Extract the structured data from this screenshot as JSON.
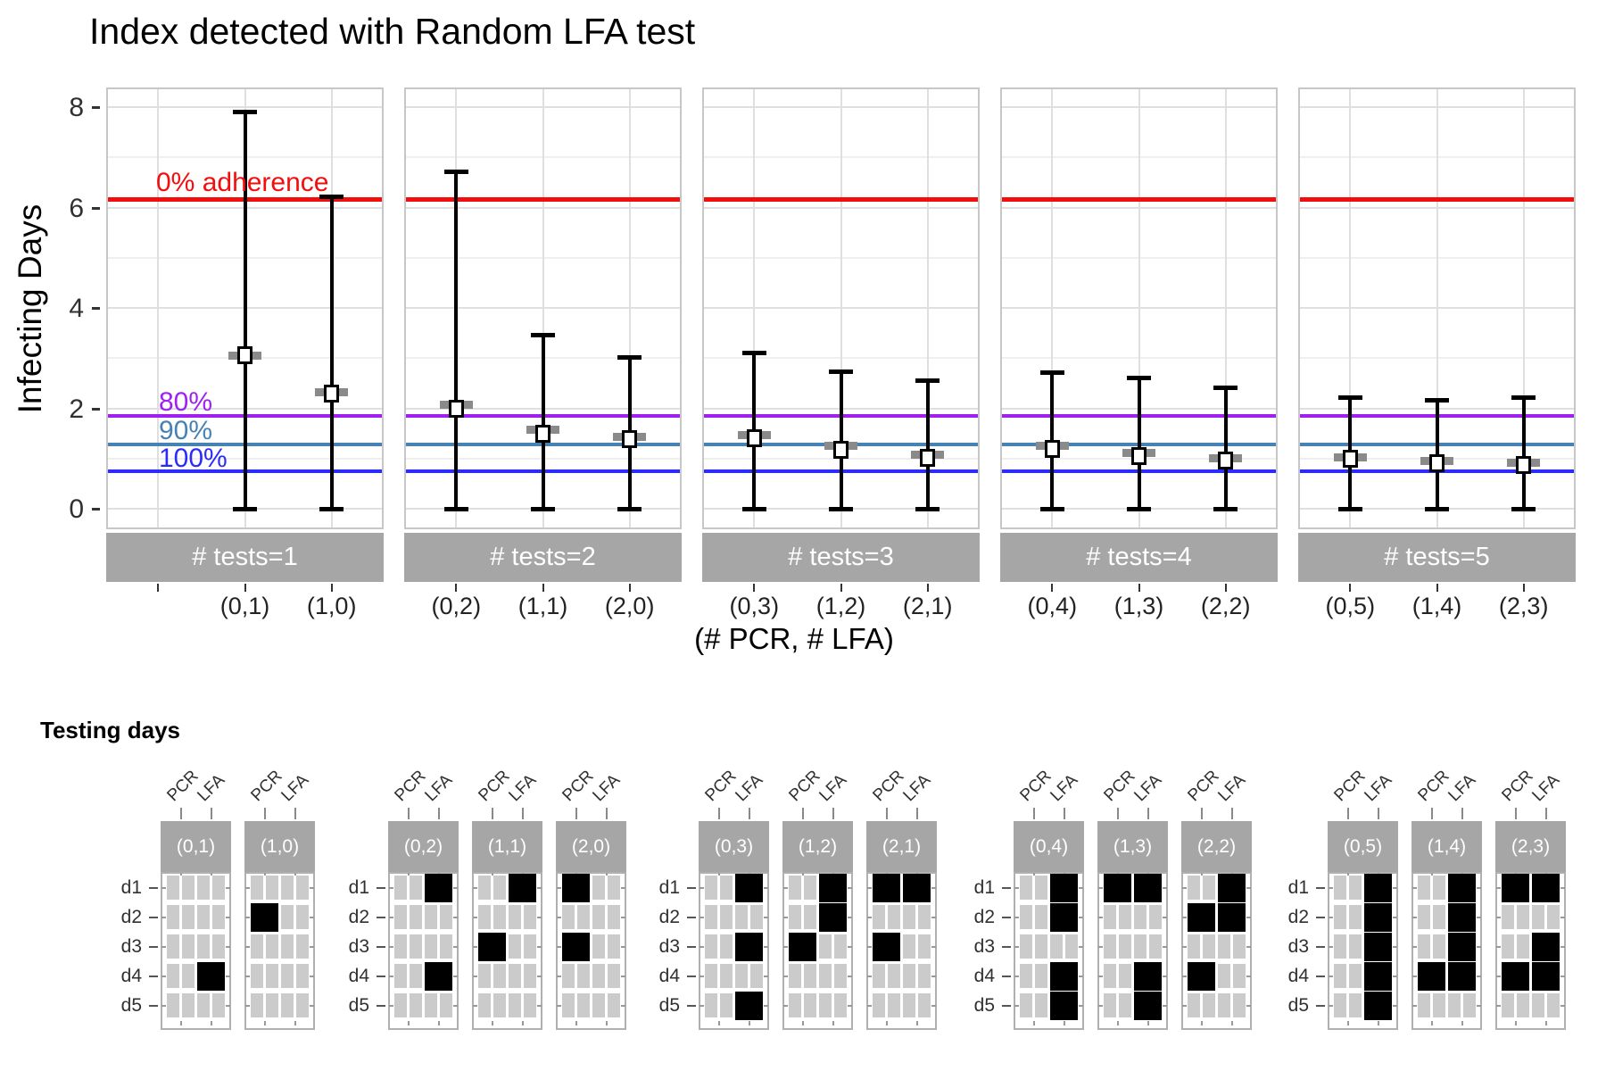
{
  "chart_data": {
    "type": "pointrange-faceted",
    "title": "Index detected with Random LFA test",
    "ylabel": "Infecting Days",
    "xlabel": "(# PCR, # LFA)",
    "ylim": [
      0,
      8
    ],
    "yticks": [
      "8",
      "6",
      "4",
      "2",
      "0"
    ],
    "ytick_values": [
      8,
      6,
      4,
      2,
      0
    ],
    "grid": "on",
    "reference_lines": [
      {
        "label": "0% adherence",
        "value": 6.17,
        "color": "#F40D0D"
      },
      {
        "label": "80%",
        "value": 1.85,
        "color": "#A020F0"
      },
      {
        "label": "90%",
        "value": 1.28,
        "color": "#4682B4"
      },
      {
        "label": "100%",
        "value": 0.75,
        "color": "#2B2BFB"
      }
    ],
    "point_colors": {
      "range": "#000000",
      "marker_fill": "#FFFFFF",
      "shadow_bar": "#8A8A8A"
    },
    "panels": [
      {
        "strip": "# tests=1",
        "points": [
          {
            "x": "",
            "median": null,
            "lo": null,
            "hi": null,
            "gray": null
          },
          {
            "x": "(0,1)",
            "median": 3.05,
            "lo": 0,
            "hi": 7.9,
            "gray": 3.05
          },
          {
            "x": "(1,0)",
            "median": 2.3,
            "lo": 0,
            "hi": 6.2,
            "gray": 2.32
          }
        ]
      },
      {
        "strip": "# tests=2",
        "points": [
          {
            "x": "(0,2)",
            "median": 2.0,
            "lo": 0,
            "hi": 6.7,
            "gray": 2.07
          },
          {
            "x": "(1,1)",
            "median": 1.5,
            "lo": 0,
            "hi": 3.45,
            "gray": 1.57
          },
          {
            "x": "(2,0)",
            "median": 1.38,
            "lo": 0,
            "hi": 3.0,
            "gray": 1.44
          }
        ]
      },
      {
        "strip": "# tests=3",
        "points": [
          {
            "x": "(0,3)",
            "median": 1.4,
            "lo": 0,
            "hi": 3.1,
            "gray": 1.46
          },
          {
            "x": "(1,2)",
            "median": 1.17,
            "lo": 0,
            "hi": 2.72,
            "gray": 1.25
          },
          {
            "x": "(2,1)",
            "median": 1.02,
            "lo": 0,
            "hi": 2.55,
            "gray": 1.08
          }
        ]
      },
      {
        "strip": "# tests=4",
        "points": [
          {
            "x": "(0,4)",
            "median": 1.2,
            "lo": 0,
            "hi": 2.7,
            "gray": 1.26
          },
          {
            "x": "(1,3)",
            "median": 1.05,
            "lo": 0,
            "hi": 2.6,
            "gray": 1.12
          },
          {
            "x": "(2,2)",
            "median": 0.96,
            "lo": 0,
            "hi": 2.4,
            "gray": 1.01
          }
        ]
      },
      {
        "strip": "# tests=5",
        "points": [
          {
            "x": "(0,5)",
            "median": 1.0,
            "lo": 0,
            "hi": 2.2,
            "gray": 1.03
          },
          {
            "x": "(1,4)",
            "median": 0.9,
            "lo": 0,
            "hi": 2.15,
            "gray": 0.96
          },
          {
            "x": "(2,3)",
            "median": 0.87,
            "lo": 0,
            "hi": 2.2,
            "gray": 0.91
          }
        ]
      }
    ]
  },
  "testing": {
    "title": "Testing days",
    "col_labels": [
      "PCR",
      "LFA"
    ],
    "row_labels": [
      "d1",
      "d2",
      "d3",
      "d4",
      "d5"
    ],
    "tile_colors": {
      "empty": "#CBCBCB",
      "test_day": "#000000",
      "header": "#A6A6A6"
    },
    "groups": [
      {
        "grids": [
          {
            "label": "(0,1)",
            "pcr": [],
            "lfa": [
              4
            ]
          },
          {
            "label": "(1,0)",
            "pcr": [
              2
            ],
            "lfa": []
          }
        ]
      },
      {
        "grids": [
          {
            "label": "(0,2)",
            "pcr": [],
            "lfa": [
              1,
              4
            ]
          },
          {
            "label": "(1,1)",
            "pcr": [
              3
            ],
            "lfa": [
              1
            ]
          },
          {
            "label": "(2,0)",
            "pcr": [
              1,
              3
            ],
            "lfa": []
          }
        ]
      },
      {
        "grids": [
          {
            "label": "(0,3)",
            "pcr": [],
            "lfa": [
              1,
              3,
              5
            ]
          },
          {
            "label": "(1,2)",
            "pcr": [
              3
            ],
            "lfa": [
              1,
              2
            ]
          },
          {
            "label": "(2,1)",
            "pcr": [
              1,
              3
            ],
            "lfa": [
              1
            ]
          }
        ]
      },
      {
        "grids": [
          {
            "label": "(0,4)",
            "pcr": [],
            "lfa": [
              1,
              2,
              4,
              5
            ]
          },
          {
            "label": "(1,3)",
            "pcr": [
              1
            ],
            "lfa": [
              1,
              4,
              5
            ]
          },
          {
            "label": "(2,2)",
            "pcr": [
              2,
              4
            ],
            "lfa": [
              1,
              2
            ]
          }
        ]
      },
      {
        "grids": [
          {
            "label": "(0,5)",
            "pcr": [],
            "lfa": [
              1,
              2,
              3,
              4,
              5
            ]
          },
          {
            "label": "(1,4)",
            "pcr": [
              4
            ],
            "lfa": [
              1,
              2,
              3,
              4
            ]
          },
          {
            "label": "(2,3)",
            "pcr": [
              1,
              4
            ],
            "lfa": [
              1,
              3,
              4
            ]
          }
        ]
      }
    ]
  }
}
